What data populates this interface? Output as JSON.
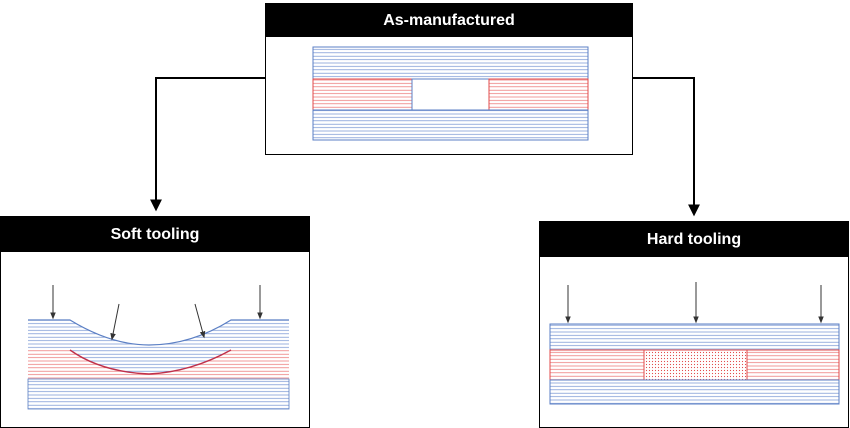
{
  "panels": {
    "as_manufactured": {
      "title": "As-manufactured"
    },
    "soft_tooling": {
      "title": "Soft tooling"
    },
    "hard_tooling": {
      "title": "Hard tooling"
    }
  },
  "colors": {
    "blue_ply": "#5b7fc4",
    "red_ply": "#e24b4b",
    "connector": "#000000"
  }
}
